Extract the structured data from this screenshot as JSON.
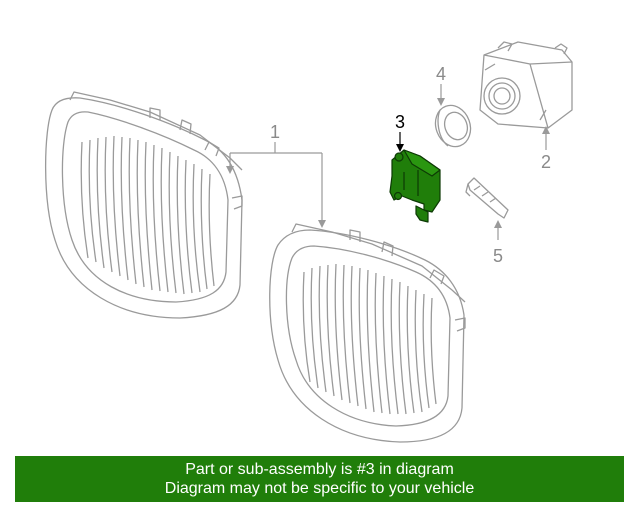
{
  "diagram": {
    "callouts": [
      {
        "number": "1",
        "part": "grille"
      },
      {
        "number": "2",
        "part": "camera"
      },
      {
        "number": "3",
        "part": "bracket"
      },
      {
        "number": "4",
        "part": "ring"
      },
      {
        "number": "5",
        "part": "clip"
      }
    ],
    "highlighted_callout": "3",
    "colors": {
      "line_gray": "#9a9a9a",
      "label_gray": "#8a8a8a",
      "highlight_green": "#207e0a",
      "highlight_outline": "#0d3a05",
      "label_black": "#000000"
    }
  },
  "footer": {
    "line1": "Part or sub-assembly is #3 in diagram",
    "line2": "Diagram may not be specific to your vehicle",
    "background": "#207e0a",
    "text_color": "#ffffff"
  }
}
